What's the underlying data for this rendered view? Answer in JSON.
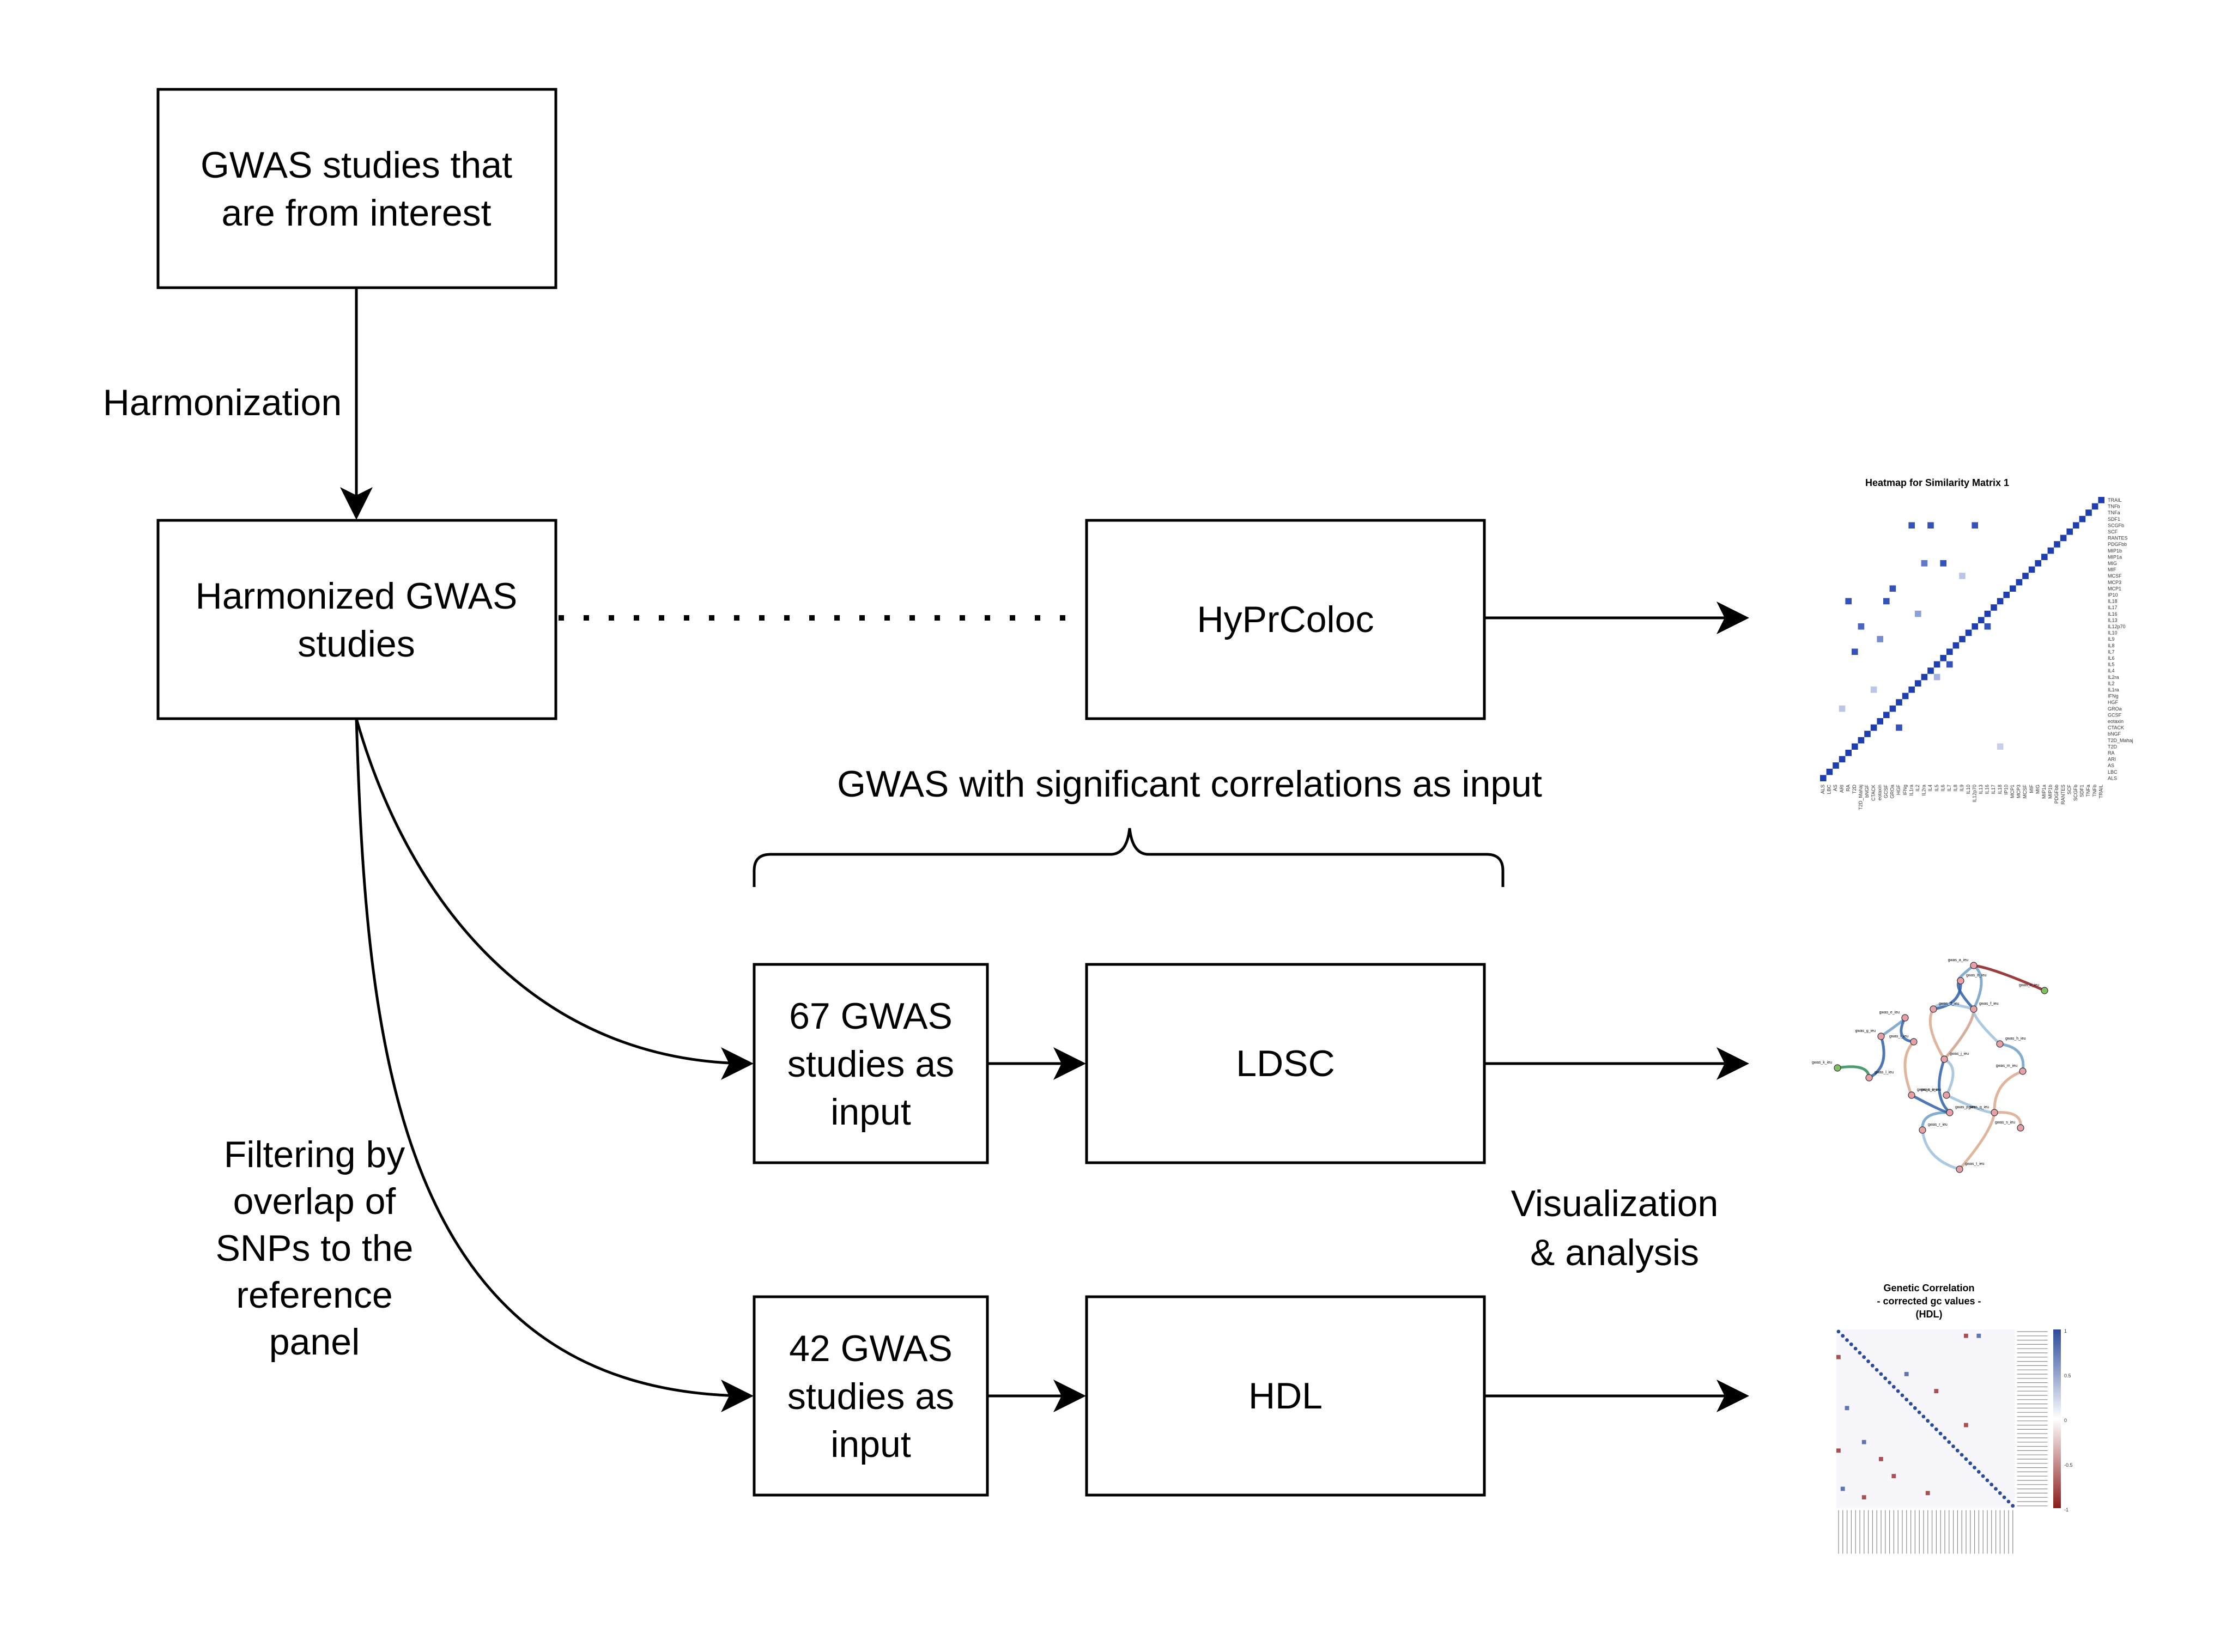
{
  "nodes": {
    "gwas_interest": [
      "GWAS studies that",
      "are from interest"
    ],
    "harmonized": [
      "Harmonized GWAS",
      "studies"
    ],
    "hyprcoloc": [
      "HyPrColoc"
    ],
    "gwas67": [
      "67 GWAS",
      "studies as",
      "input"
    ],
    "ldsc": [
      "LDSC"
    ],
    "gwas42": [
      "42 GWAS",
      "studies as",
      "input"
    ],
    "hdl": [
      "HDL"
    ]
  },
  "labels": {
    "harmonization": "Harmonization",
    "significant": "GWAS with significant correlations as input",
    "filtering": [
      "Filtering by",
      "overlap of",
      "SNPs to the",
      "reference",
      "panel"
    ],
    "visualization": [
      "Visualization",
      "& analysis"
    ]
  },
  "thumbnails": {
    "heatmap1": {
      "title": "Heatmap for Similarity Matrix 1",
      "accent": "#1f3fb0",
      "labels": [
        "TRAIL",
        "TNFb",
        "TNFa",
        "SDF1",
        "SCGFb",
        "SCF",
        "RANTES",
        "PDGFbb",
        "MIP1b",
        "MIP1a",
        "MIG",
        "MIF",
        "MCSF",
        "MCP3",
        "MCP1",
        "IP10",
        "IL18",
        "IL17",
        "IL16",
        "IL13",
        "IL12p70",
        "IL10",
        "IL9",
        "IL8",
        "IL7",
        "IL6",
        "IL5",
        "IL4",
        "IL2ra",
        "IL2",
        "IL1ra",
        "IFNg",
        "HGF",
        "GROa",
        "GCSF",
        "eotaxin",
        "CTACK",
        "bNGF",
        "T2D_Mahaj",
        "T2D",
        "RA",
        "ARI",
        "AS",
        "LBC",
        "ALS"
      ]
    },
    "network": {
      "nodes": [
        "gwas_a_ieu",
        "gwas_b_ieu",
        "gwas_c_ieu",
        "gwas_d_ieu",
        "gwas_e_ieu",
        "gwas_f_ieu",
        "gwas_g_ieu",
        "gwas_h_ieu",
        "gwas_i_ieu",
        "gwas_j_ieu",
        "gwas_k_ieu",
        "gwas_l_ieu",
        "gwas_m_ieu",
        "gwas_n_ieu",
        "gwas_o_ieu",
        "gwas_p_ieu",
        "gwas_q_ieu",
        "gwas_r_ieu",
        "gwas_s_ieu",
        "gwas_t_ieu"
      ]
    },
    "heatmap2": {
      "title": [
        "Genetic Correlation",
        "- corrected gc values -",
        "(HDL)"
      ],
      "scale": [
        "1",
        "0.5",
        "0",
        "-0.5",
        "-1"
      ],
      "pos_color": "#2b4a9a",
      "neg_color": "#8b1a1a"
    }
  }
}
